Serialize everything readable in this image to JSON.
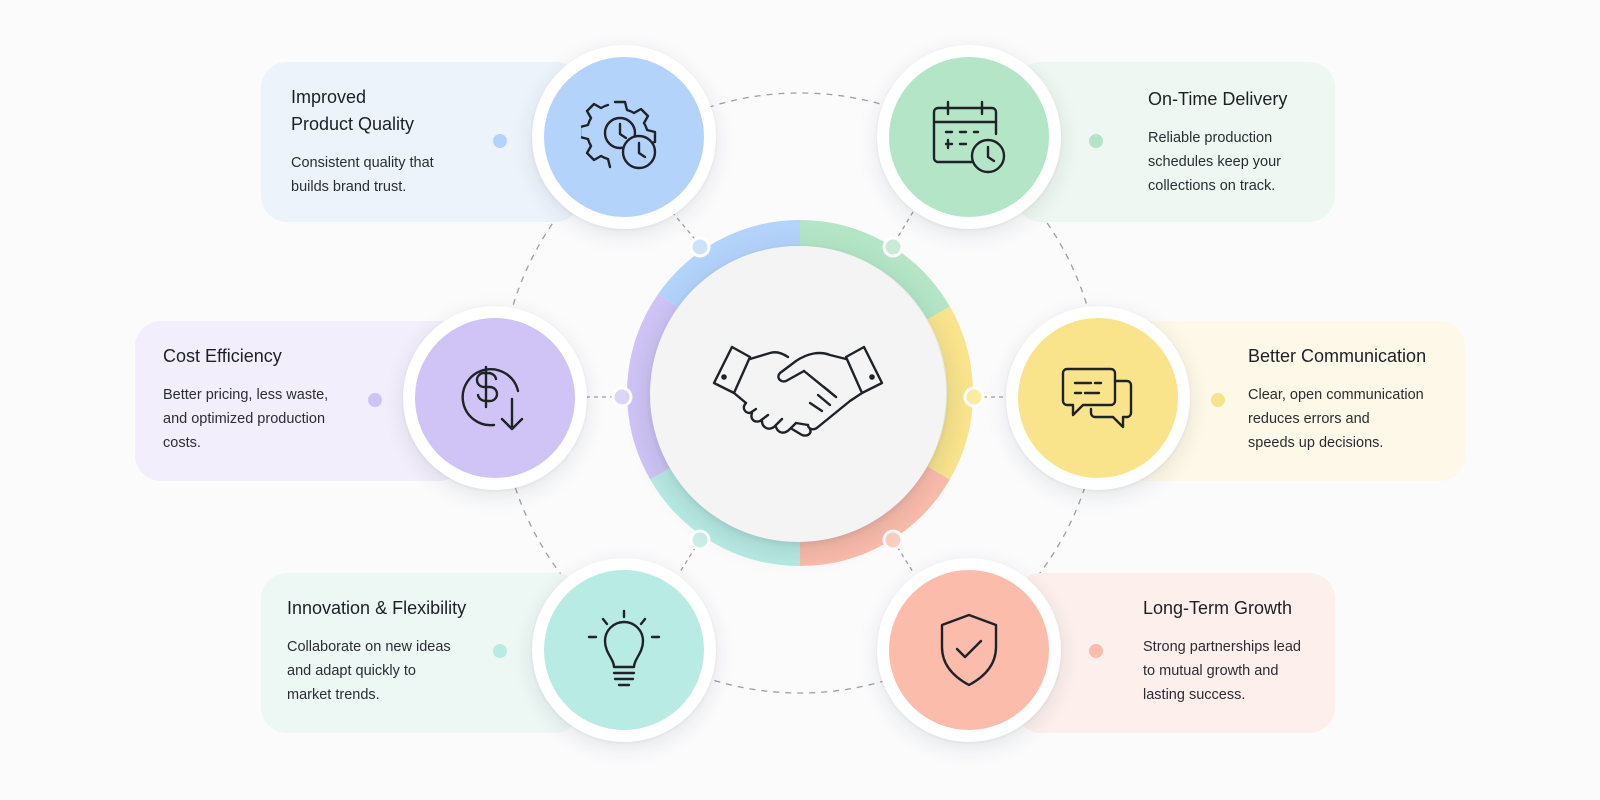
{
  "hub": {
    "icon": "handshake-icon"
  },
  "items": [
    {
      "id": "quality",
      "title": "Improved\nProduct Quality",
      "description": "Consistent quality that\nbuilds brand trust.",
      "icon": "gear-clock-icon",
      "color": "#b4d3fb",
      "soft": "#eef4fc"
    },
    {
      "id": "delivery",
      "title": "On-Time Delivery",
      "description": "Reliable production\nschedules keep your\ncollections on track.",
      "icon": "calendar-clock-icon",
      "color": "#b3e5c6",
      "soft": "#eef8f1"
    },
    {
      "id": "cost",
      "title": "Cost Efficiency",
      "description": "Better pricing, less waste,\nand optimized production\ncosts.",
      "icon": "dollar-down-icon",
      "color": "#cfc4f5",
      "soft": "#f2eefc"
    },
    {
      "id": "communication",
      "title": "Better Communication",
      "description": "Clear, open communication\nreduces errors and\nspeeds up decisions.",
      "icon": "chat-bubbles-icon",
      "color": "#f9e48c",
      "soft": "#fdf8e6"
    },
    {
      "id": "innovation",
      "title": "Innovation & Flexibility",
      "description": "Collaborate on new ideas\nand adapt quickly to\nmarket trends.",
      "icon": "lightbulb-icon",
      "color": "#b7ebe3",
      "soft": "#eef8f5"
    },
    {
      "id": "growth",
      "title": "Long-Term Growth",
      "description": "Strong partnerships lead\nto mutual growth and\nlasting success.",
      "icon": "shield-check-icon",
      "color": "#fbbcab",
      "soft": "#fdf0ed"
    }
  ]
}
